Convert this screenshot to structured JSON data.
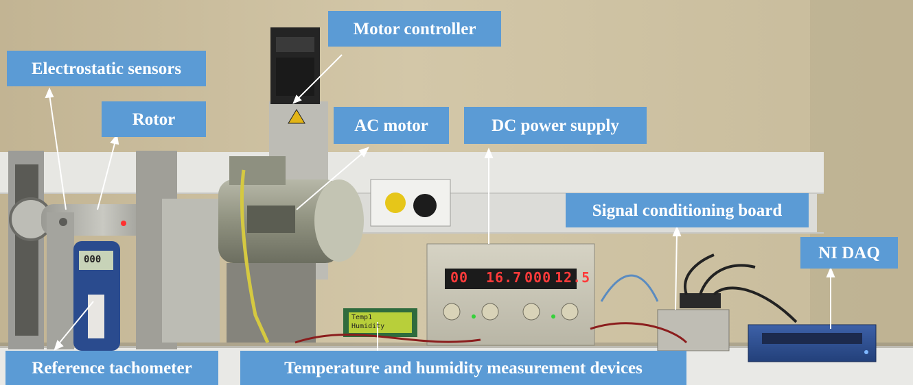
{
  "labels": {
    "motor_controller": "Motor controller",
    "electrostatic_sensors": "Electrostatic sensors",
    "rotor": "Rotor",
    "ac_motor": "AC motor",
    "dc_power_supply": "DC power supply",
    "signal_conditioning_board": "Signal conditioning board",
    "ni_daq": "NI DAQ",
    "reference_tachometer": "Reference tachometer",
    "temperature_humidity": "Temperature and humidity measurement devices"
  },
  "readouts": {
    "psu_display_1": "00",
    "psu_display_2": "16.7",
    "psu_display_3": "000",
    "psu_display_4": "12.5",
    "tachometer_display": "000",
    "lcd_line_1": "Temp1 ",
    "lcd_line_2": "Humidity"
  },
  "colors": {
    "label_bg": "#5b9bd5",
    "label_text": "#ffffff",
    "wall": "#c9bc9c",
    "trunking": "#e6e6e3",
    "led_red": "#ff3a3a"
  }
}
